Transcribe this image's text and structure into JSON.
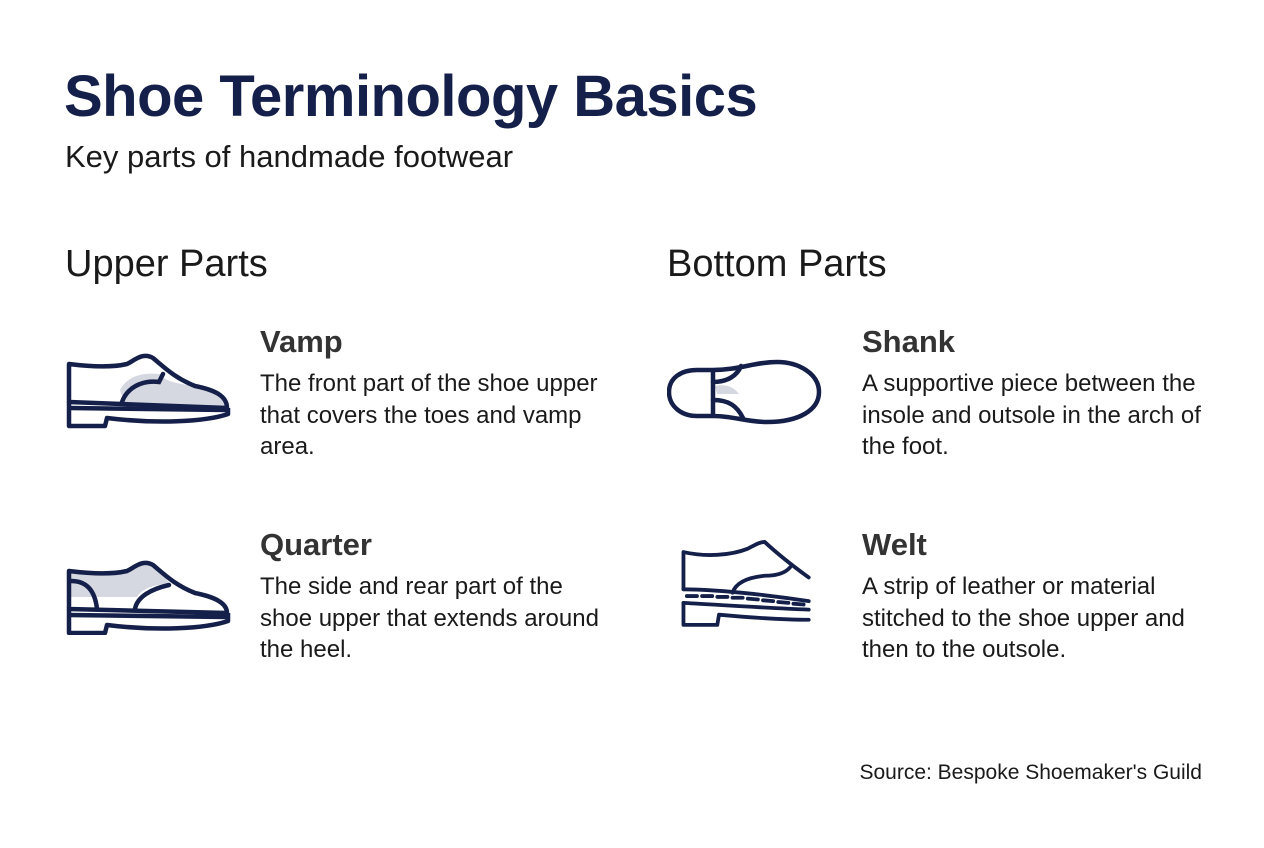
{
  "header": {
    "title": "Shoe Terminology Basics",
    "subtitle": "Key parts of handmade footwear"
  },
  "sections": [
    {
      "heading": "Upper Parts",
      "items": [
        {
          "term": "Vamp",
          "description": "The front part of the shoe upper that covers the toes and vamp area.",
          "icon": "shoe-vamp-highlight-icon"
        },
        {
          "term": "Quarter",
          "description": "The side and rear part of the shoe upper that extends around the heel.",
          "icon": "shoe-quarter-highlight-icon"
        }
      ]
    },
    {
      "heading": "Bottom Parts",
      "items": [
        {
          "term": "Shank",
          "description": "A supportive piece between the insole and outsole in the arch of the foot.",
          "icon": "shoe-sole-shank-icon"
        },
        {
          "term": "Welt",
          "description": "A strip of leather or material stitched to the shoe upper and then to the outsole.",
          "icon": "shoe-welt-stitch-icon"
        }
      ]
    }
  ],
  "footer": {
    "source": "Source: Bespoke Shoemaker's Guild"
  },
  "colors": {
    "title": "#14204a",
    "icon_stroke": "#14204a",
    "icon_highlight": "#d5d8e0",
    "text": "#1a1a1a",
    "term": "#333333",
    "background": "#ffffff"
  }
}
